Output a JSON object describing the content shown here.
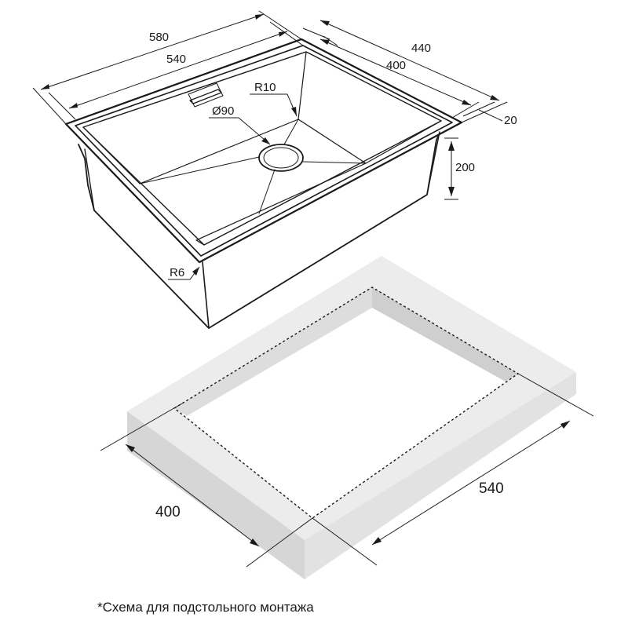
{
  "sink": {
    "dimensions": {
      "outer_length": "580",
      "inner_length": "540",
      "outer_width": "440",
      "inner_width": "400",
      "flange": "20",
      "depth": "200",
      "corner_radius_inner": "R10",
      "drain_diameter": "Ø90",
      "corner_radius_outer": "R6"
    }
  },
  "cutout": {
    "width_label": "400",
    "length_label": "540"
  },
  "footnote": "*Схема для подстольного монтажа",
  "colors": {
    "line": "#1a1a1a",
    "slab_top": "#ececec",
    "slab_side": "#d6d6d6",
    "slab_inner_wall": "#cfcfcf"
  }
}
